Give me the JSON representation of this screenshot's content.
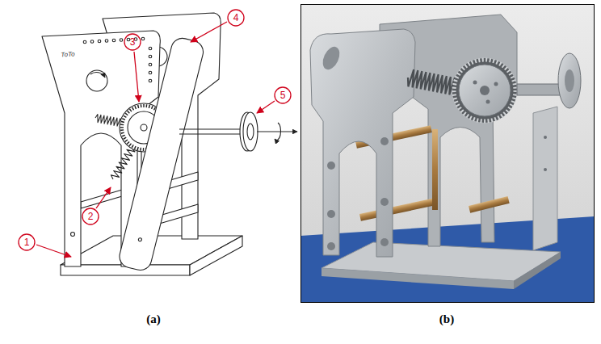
{
  "diagram": {
    "labels": [
      "3",
      "4",
      "ToTo",
      "5",
      "2",
      "1",
      "(a)",
      "(b)"
    ]
  }
}
